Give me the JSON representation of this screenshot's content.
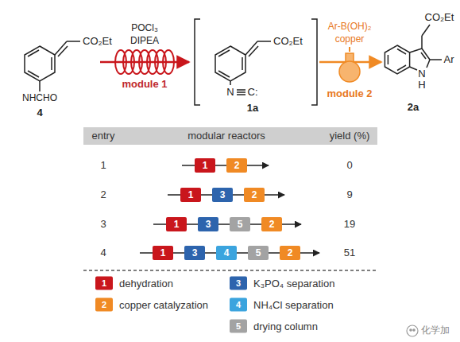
{
  "diagram": {
    "nodes": [
      {
        "text": [
          "1"
        ]
      },
      {
        "text": [
          "2"
        ]
      },
      {
        "text": [
          "1"
        ]
      },
      {
        "text": [
          "3"
        ]
      },
      {
        "text": [
          "2"
        ]
      },
      {
        "text": [
          "1"
        ]
      },
      {
        "text": [
          "3"
        ]
      },
      {
        "text": [
          "5"
        ]
      },
      {
        "text": [
          "2"
        ]
      },
      {
        "text": [
          "1"
        ]
      },
      {
        "text": [
          "3"
        ]
      },
      {
        "text": [
          "4"
        ]
      },
      {
        "text": [
          "5"
        ]
      },
      {
        "text": [
          "2"
        ]
      }
    ],
    "edges": [
      {
        "from": 0,
        "to": 1,
        "arrow": "none"
      },
      {
        "from": 2,
        "to": 3,
        "arrow": "none"
      },
      {
        "from": 3,
        "to": 4,
        "arrow": "none"
      },
      {
        "from": 5,
        "to": 6,
        "arrow": "none"
      },
      {
        "from": 6,
        "to": 7,
        "arrow": "none"
      },
      {
        "from": 7,
        "to": 8,
        "arrow": "none"
      },
      {
        "from": 9,
        "to": 10,
        "arrow": "none"
      },
      {
        "from": 10,
        "to": 11,
        "arrow": "none"
      },
      {
        "from": 11,
        "to": 12,
        "arrow": "none"
      },
      {
        "from": 12,
        "to": 13,
        "arrow": "none"
      }
    ],
    "labels": [
      "CO₂Et",
      "NHCHO",
      "4",
      "POCl₃",
      "DIPEA",
      "module 1",
      "CO₂Et",
      "N",
      "C:",
      "1a",
      "Ar-B(OH)₂",
      "copper",
      "module 2",
      "CO₂Et",
      "Ar",
      "N",
      "H",
      "2a",
      "entry",
      "modular reactors",
      "yield (%)",
      "1",
      "2",
      "3",
      "4",
      "0",
      "9",
      "19",
      "51",
      "1",
      "2",
      "3",
      "4",
      "5",
      "化学加"
    ],
    "legend": [
      {
        "text": "dehydration",
        "color": "#c9161c"
      },
      {
        "text": "copper catalyzation",
        "color": "#f08a24"
      },
      {
        "text": "K₃PO₄ separation",
        "color": "#2d64ad"
      },
      {
        "text": "NH₄Cl separation",
        "color": "#3ba4de"
      },
      {
        "text": "drying column",
        "color": "#a3a3a3"
      }
    ]
  }
}
